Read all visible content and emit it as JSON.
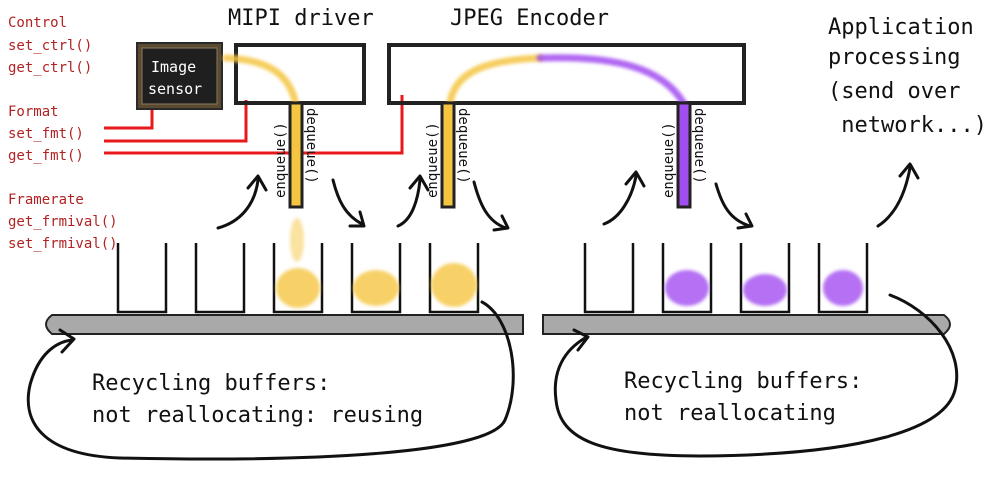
{
  "titles": {
    "mipi_driver": "MIPI driver",
    "jpeg_encoder": "JPEG Encoder",
    "application": [
      "Application",
      "processing",
      "(send over",
      " network...)"
    ]
  },
  "sensor": {
    "line1": "Image",
    "line2": "sensor"
  },
  "controls": {
    "control": {
      "heading": "Control",
      "items": [
        "set_ctrl()",
        "get_ctrl()"
      ]
    },
    "format": {
      "heading": "Format",
      "items": [
        "set_fmt()",
        "get_fmt()"
      ]
    },
    "framerate": {
      "heading": "Framerate",
      "items": [
        "get_frmival()",
        "set_frmival()"
      ]
    }
  },
  "queue_ops": {
    "enqueue": "enqueue()",
    "dequeue": "dequeue()"
  },
  "captions": {
    "left": [
      "Recycling buffers:",
      "not reallocating: reusing"
    ],
    "right": [
      "Recycling buffers:",
      "not reallocating"
    ]
  },
  "colors": {
    "control_text": "#b22222",
    "control_wire": "#e8191b",
    "yuv_data": "#f5c542",
    "jpeg_data": "#a24df0",
    "conveyor": "#a9a9a9",
    "sensor_body": "#1f1f1f"
  }
}
